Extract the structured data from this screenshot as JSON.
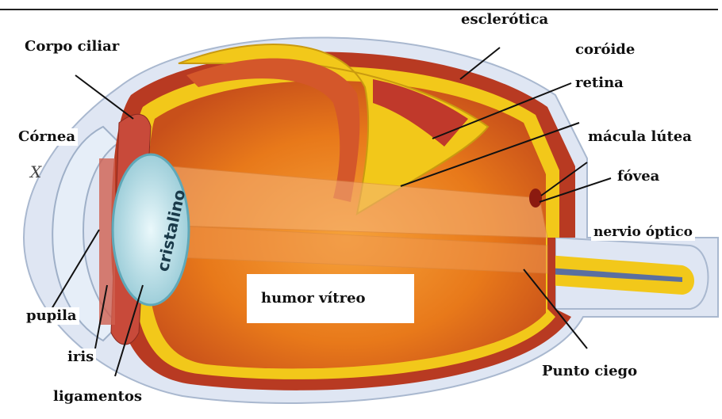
{
  "colors": {
    "sclera": "#dfe6f3",
    "choroid": "#c0392b",
    "retina": "#f2c81a",
    "vitreous": "#e8791a",
    "lens": "#bfe3ea",
    "cornea": "#e6eef8"
  },
  "labels": {
    "esclerotica": "esclerótica",
    "corpo_ciliar": "Corpo ciliar",
    "coroide": "coróide",
    "retina": "retina",
    "cornea": "Córnea",
    "macula": "mácula lútea",
    "fovea": "fóvea",
    "nervio": "nervio óptico",
    "cristalino": "cristalino",
    "humor": "humor vítreo",
    "pupila": "pupila",
    "iris": "iris",
    "ligamentos": "ligamentos",
    "punto_ciego": "Punto ciego",
    "x_mark": "X"
  }
}
